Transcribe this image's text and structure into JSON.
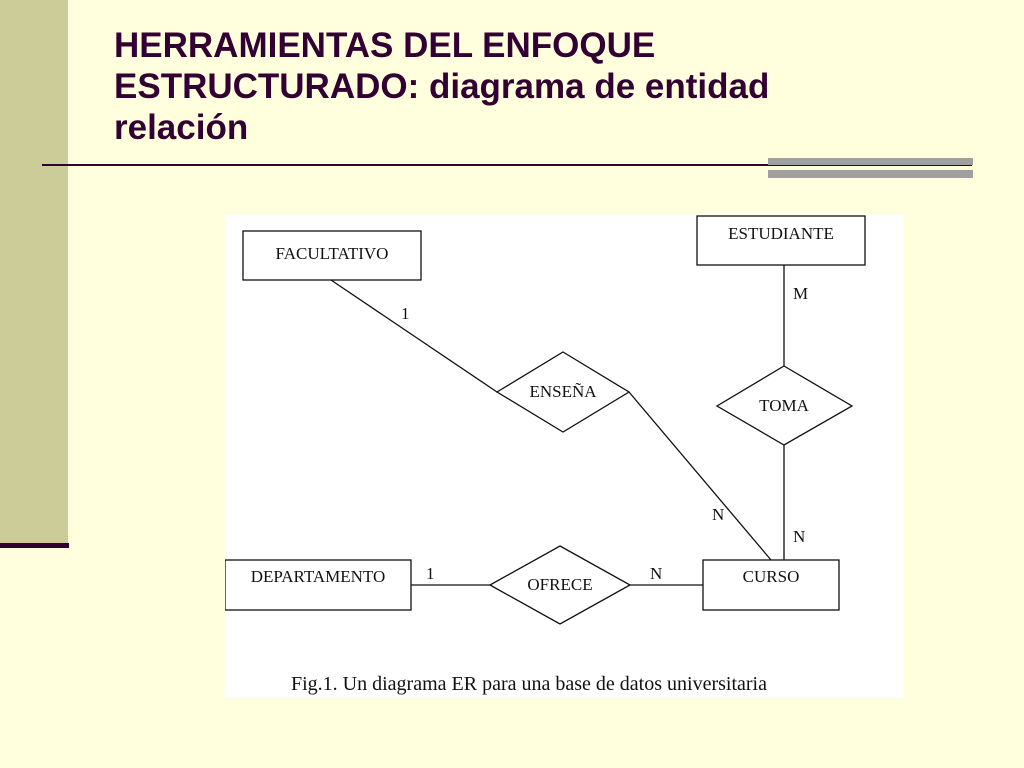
{
  "slide": {
    "title_line1": "HERRAMIENTAS DEL ENFOQUE",
    "title_line2": "ESTRUCTURADO: diagrama de entidad",
    "title_line3": "relación"
  },
  "diagram": {
    "entities": {
      "facultativo": "FACULTATIVO",
      "estudiante": "ESTUDIANTE",
      "departamento": "DEPARTAMENTO",
      "curso": "CURSO"
    },
    "relationships": {
      "ensena": "ENSEÑA",
      "toma": "TOMA",
      "ofrece": "OFRECE"
    },
    "cardinalities": {
      "facultativo_ensena": "1",
      "ensena_curso": "N",
      "estudiante_toma": "M",
      "toma_curso": "N",
      "departamento_ofrece": "1",
      "ofrece_curso": "N"
    },
    "caption": "Fig.1. Un diagrama ER para una base de datos universitaria"
  },
  "colors": {
    "background": "#FFFFDD",
    "side_band": "#CCCC99",
    "title_text": "#330033",
    "accent_bars": "#A0A0A0"
  }
}
